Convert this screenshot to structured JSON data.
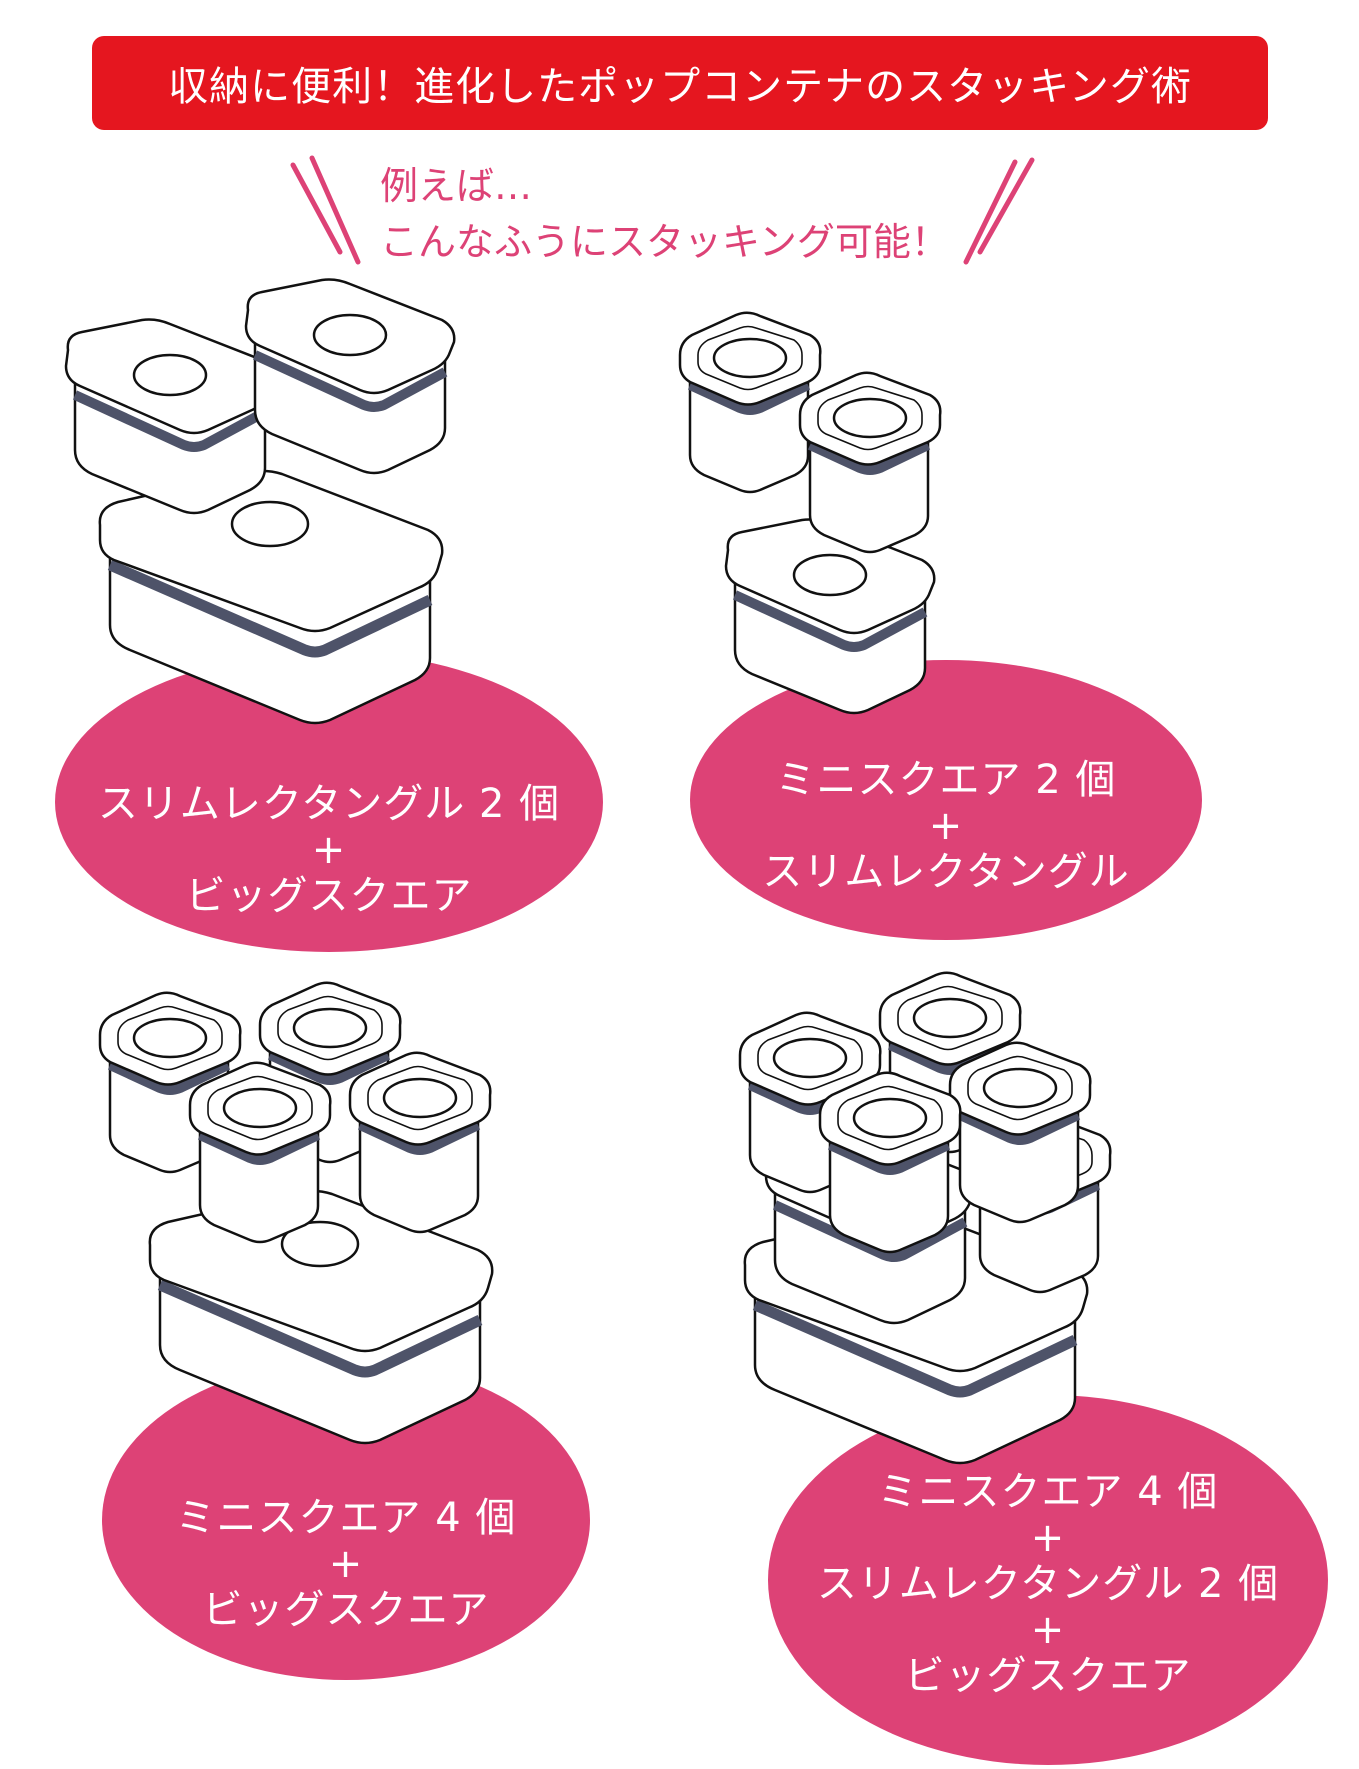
{
  "banner": {
    "title": "収納に便利！進化したポップコンテナのスタッキング術"
  },
  "intro": {
    "line1": "例えば…",
    "line2": "こんなふうにスタッキング可能！"
  },
  "combos": [
    {
      "line1": "スリムレクタングル 2 個",
      "plus": "+",
      "line2": "ビッグスクエア"
    },
    {
      "line1": "ミニスクエア 2 個",
      "plus": "+",
      "line2": "スリムレクタングル"
    },
    {
      "line1": "ミニスクエア 4 個",
      "plus": "+",
      "line2": "ビッグスクエア"
    },
    {
      "line1": "ミニスクエア 4 個",
      "plus": "+",
      "line2": "スリムレクタングル 2 個",
      "plus2": "+",
      "line3": "ビッグスクエア"
    }
  ],
  "colors": {
    "banner": "#e5161f",
    "accent": "#dd4276",
    "seal": "#4e5369"
  }
}
